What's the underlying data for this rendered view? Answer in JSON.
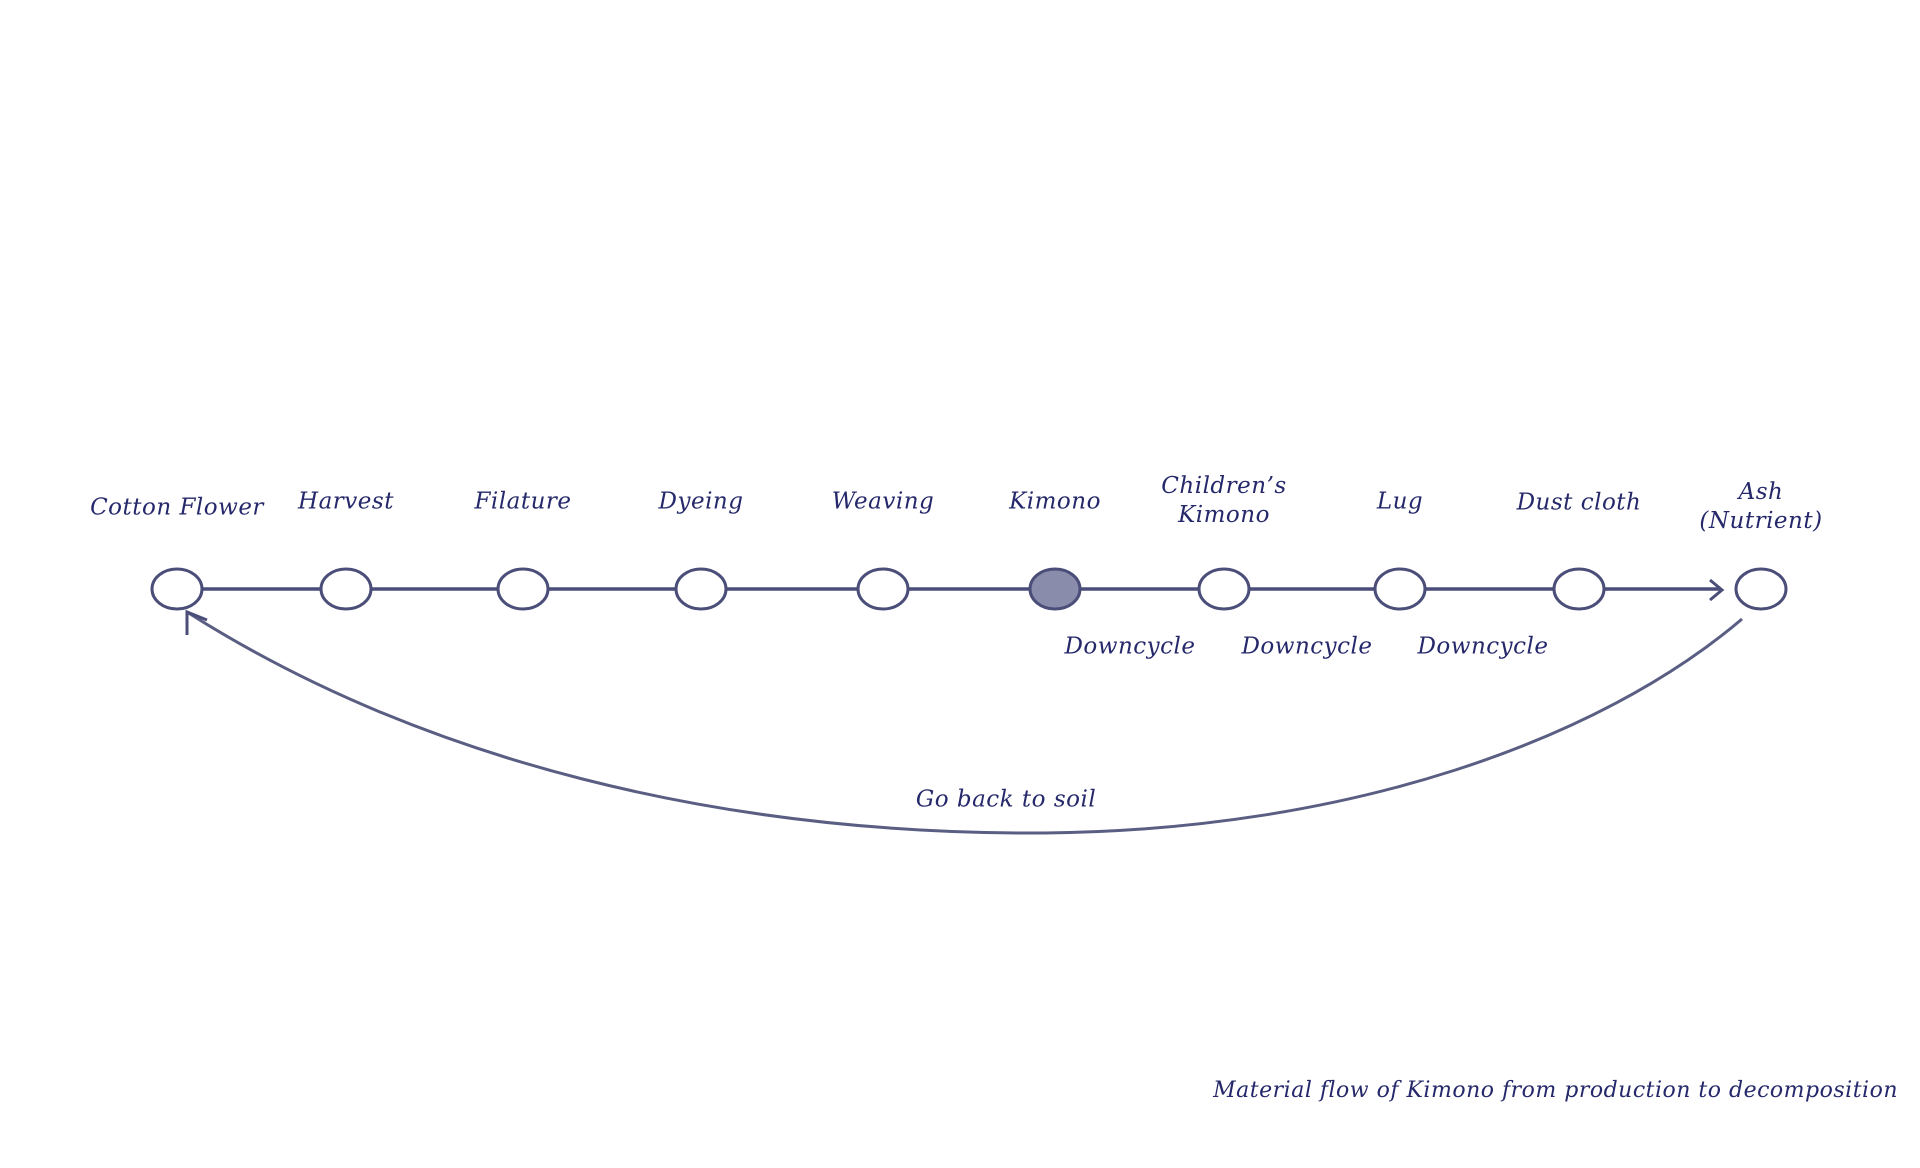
{
  "nodes": [
    {
      "label": "Cotton Flower",
      "filled": false
    },
    {
      "label": "Harvest",
      "filled": false
    },
    {
      "label": "Filature",
      "filled": false
    },
    {
      "label": "Dyeing",
      "filled": false
    },
    {
      "label": "Weaving",
      "filled": false
    },
    {
      "label": "Kimono",
      "filled": true
    },
    {
      "label": "Children’s",
      "label2": "Kimono",
      "filled": false
    },
    {
      "label": "Lug",
      "filled": false
    },
    {
      "label": "Dust cloth",
      "filled": false
    },
    {
      "label": "Ash",
      "label2": "(Nutrient)",
      "filled": false
    }
  ],
  "downcycle_labels": [
    "Downcycle",
    "Downcycle",
    "Downcycle"
  ],
  "return_label": "Go back to soil",
  "caption": "Material flow of Kimono from production to decomposition",
  "colors": {
    "ink": "#25286a",
    "stroke": "#4a4e78",
    "fill": "#8a8cab"
  }
}
